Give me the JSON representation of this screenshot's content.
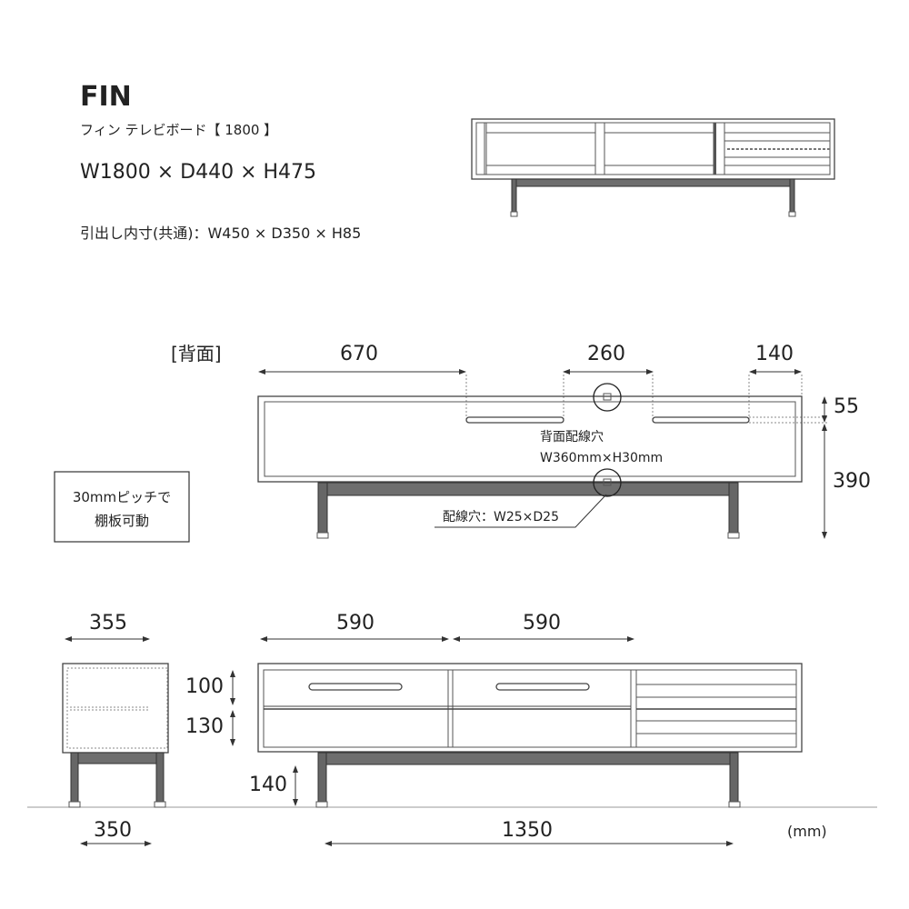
{
  "header": {
    "title": "FIN",
    "subtitle": "フィン テレビボード【 1800 】",
    "dimensions": "W1800 × D440 × H475",
    "drawer_inner": "引出し内寸(共通)：W450 × D350 × H85"
  },
  "back_view": {
    "label": "[背面]",
    "dim_left": "670",
    "dim_center": "260",
    "dim_right": "140",
    "dim_top_height": "55",
    "dim_height": "390",
    "wiring_hole_title": "背面配線穴",
    "wiring_hole_size": "W360mm×H30mm",
    "cable_hole": "配線穴：W25×D25"
  },
  "shelf_note": {
    "line1": "30mmピッチで",
    "line2": "棚板可動"
  },
  "side_view": {
    "dim_width": "355",
    "dim_leg_span": "350",
    "dim_drawer_upper": "100",
    "dim_drawer_lower": "130"
  },
  "front_view": {
    "dim_drawer_left": "590",
    "dim_drawer_right": "590",
    "dim_leg_height": "140",
    "dim_leg_span": "1350",
    "unit": "(mm)"
  }
}
